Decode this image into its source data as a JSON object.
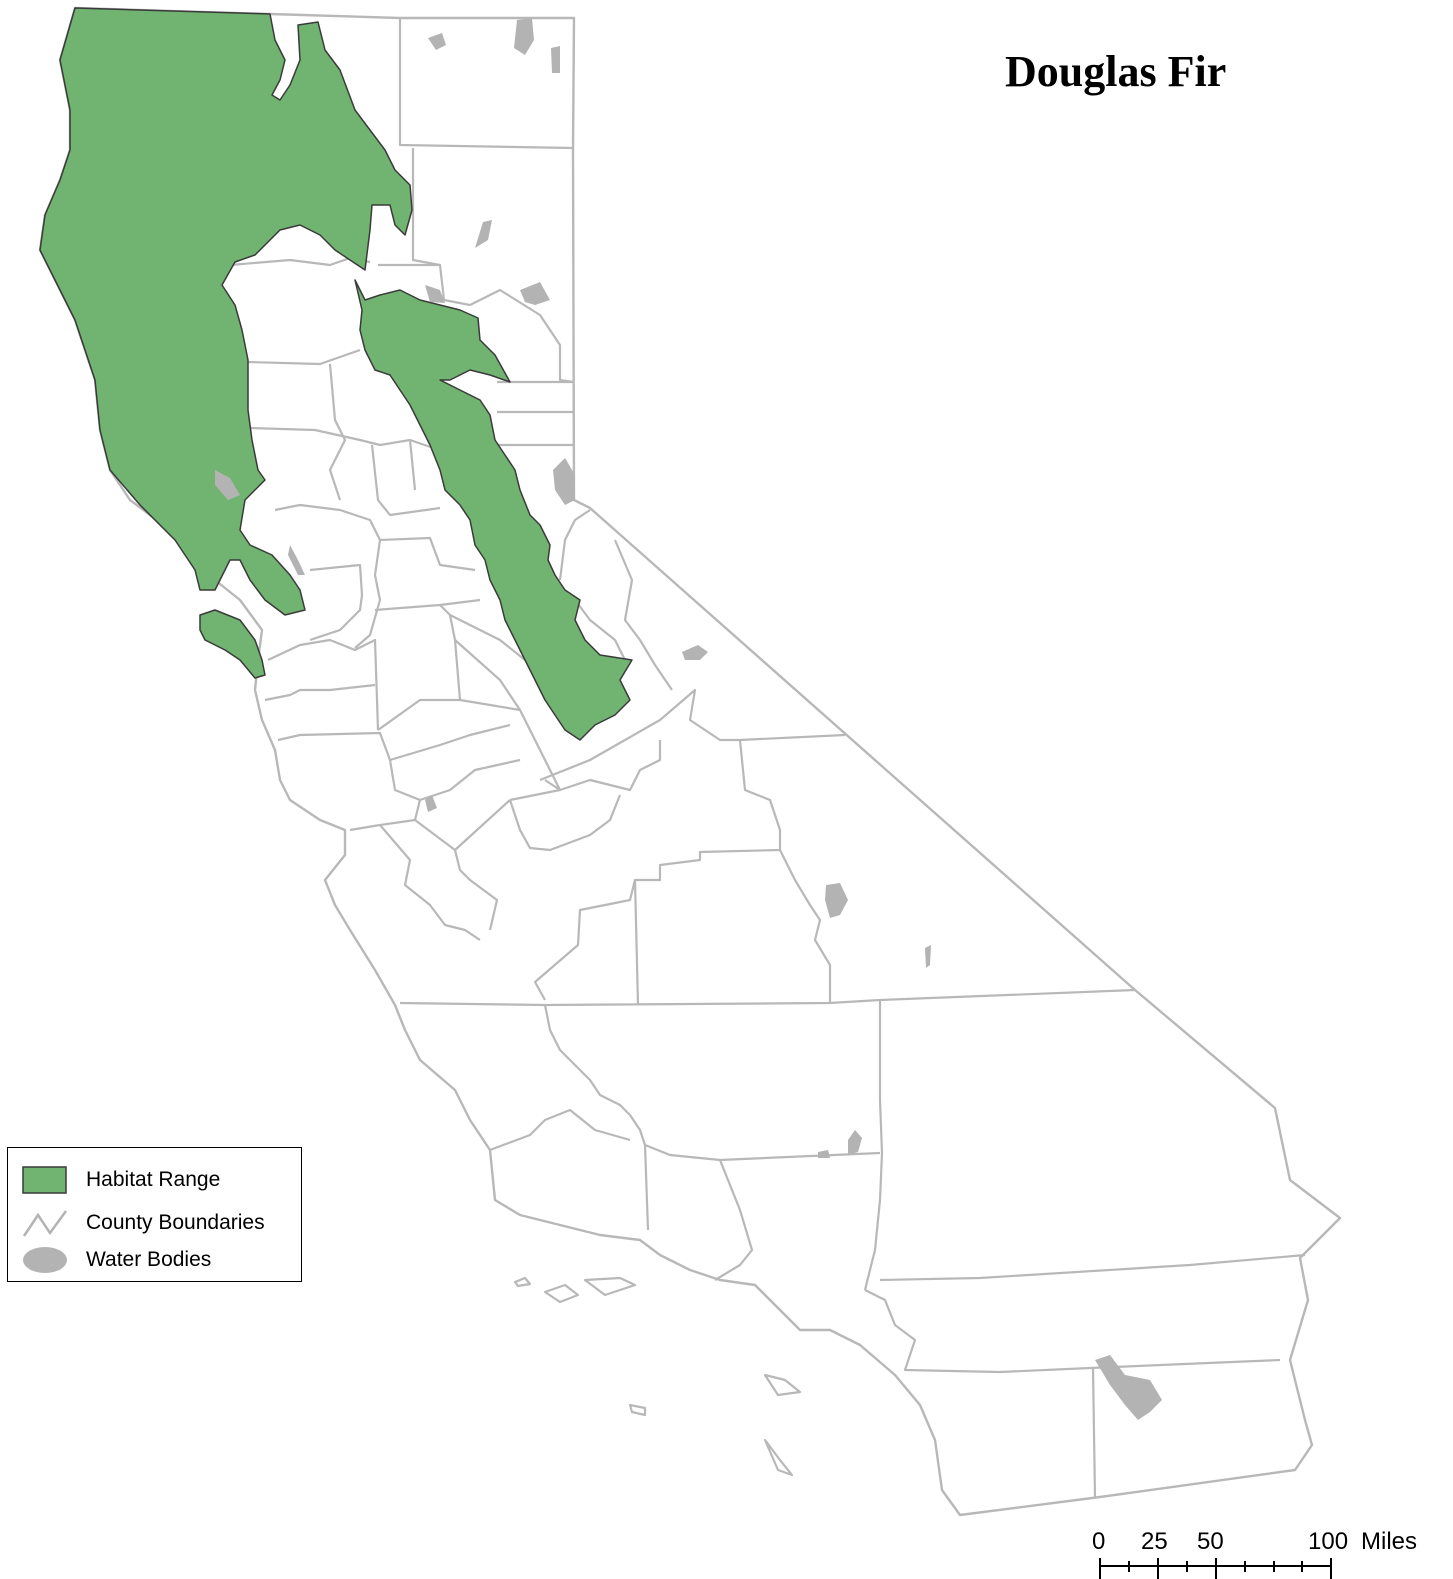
{
  "map": {
    "title": "Douglas Fir",
    "colors": {
      "habitat_fill": "#71b371",
      "county_boundary": "#b8b8b8",
      "water_body": "#b3b3b3",
      "background": "#ffffff"
    }
  },
  "legend": {
    "items": [
      {
        "label": "Habitat Range",
        "symbol": "green-rectangle"
      },
      {
        "label": "County Boundaries",
        "symbol": "gray-zigzag-line"
      },
      {
        "label": "Water Bodies",
        "symbol": "gray-ellipse"
      }
    ]
  },
  "scalebar": {
    "ticks": [
      "0",
      "25",
      "50",
      "100"
    ],
    "unit": "Miles"
  }
}
